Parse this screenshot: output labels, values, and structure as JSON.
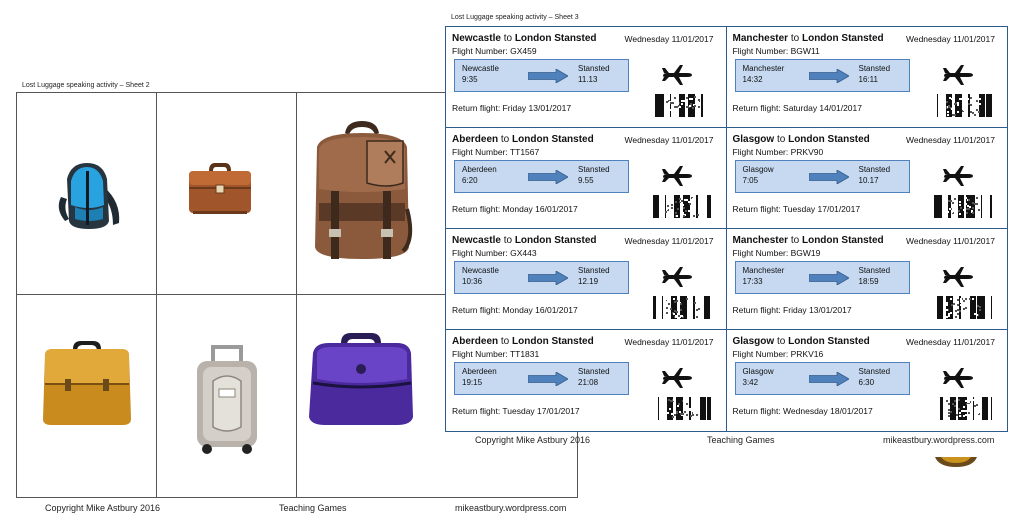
{
  "sheet2": {
    "title": "Lost Luggage speaking activity – Sheet 2",
    "footer": {
      "copyright": "Copyright Mike Astbury 2016",
      "center": "Teaching Games",
      "site": "mikeastbury.wordpress.com"
    }
  },
  "sheet3": {
    "title": "Lost Luggage speaking activity – Sheet 3",
    "footer": {
      "copyright": "Copyright Mike Astbury 2016",
      "center": "Teaching Games",
      "site": "mikeastbury.wordpress.com"
    },
    "tickets": [
      {
        "from": "Newcastle",
        "to": "London Stansted",
        "date": "Wednesday 11/01/2017",
        "flight": "Flight Number: GX459",
        "dep_city": "Newcastle",
        "dep_time": "9:35",
        "arr_city": "Stansted",
        "arr_time": "11.13",
        "return": "Return flight: Friday 13/01/2017"
      },
      {
        "from": "Manchester",
        "to": "London Stansted",
        "date": "Wednesday 11/01/2017",
        "flight": "Flight Number: BGW11",
        "dep_city": "Manchester",
        "dep_time": "14:32",
        "arr_city": "Stansted",
        "arr_time": "16:11",
        "return": "Return flight: Saturday 14/01/2017"
      },
      {
        "from": "Aberdeen",
        "to": "London Stansted",
        "date": "Wednesday 11/01/2017",
        "flight": "Flight Number: TT1567",
        "dep_city": "Aberdeen",
        "dep_time": "6:20",
        "arr_city": "Stansted",
        "arr_time": "9.55",
        "return": "Return flight: Monday 16/01/2017"
      },
      {
        "from": "Glasgow",
        "to": "London Stansted",
        "date": "Wednesday 11/01/2017",
        "flight": "Flight Number: PRKV90",
        "dep_city": "Glasgow",
        "dep_time": "7:05",
        "arr_city": "Stansted",
        "arr_time": "10.17",
        "return": "Return flight: Tuesday 17/01/2017"
      },
      {
        "from": "Newcastle",
        "to": "London Stansted",
        "date": "Wednesday 11/01/2017",
        "flight": "Flight Number: GX443",
        "dep_city": "Newcastle",
        "dep_time": "10:36",
        "arr_city": "Stansted",
        "arr_time": "12.19",
        "return": "Return flight: Monday 16/01/2017"
      },
      {
        "from": "Manchester",
        "to": "London Stansted",
        "date": "Wednesday 11/01/2017",
        "flight": "Flight Number: BGW19",
        "dep_city": "Manchester",
        "dep_time": "17:33",
        "arr_city": "Stansted",
        "arr_time": "18:59",
        "return": "Return flight: Friday 13/01/2017"
      },
      {
        "from": "Aberdeen",
        "to": "London Stansted",
        "date": "Wednesday 11/01/2017",
        "flight": "Flight Number: TT1831",
        "dep_city": "Aberdeen",
        "dep_time": "19:15",
        "arr_city": "Stansted",
        "arr_time": "21:08",
        "return": "Return flight: Tuesday 17/01/2017"
      },
      {
        "from": "Glasgow",
        "to": "London Stansted",
        "date": "Wednesday 11/01/2017",
        "flight": "Flight Number: PRKV16",
        "dep_city": "Glasgow",
        "dep_time": "3:42",
        "arr_city": "Stansted",
        "arr_time": "6:30",
        "return": "Return flight: Wednesday 18/01/2017"
      }
    ]
  },
  "colors": {
    "ticket_border": "#2e5c8a",
    "route_box_fill": "#c6d9f1",
    "route_box_border": "#4f81bd",
    "arrow_fill": "#4f81bd"
  }
}
